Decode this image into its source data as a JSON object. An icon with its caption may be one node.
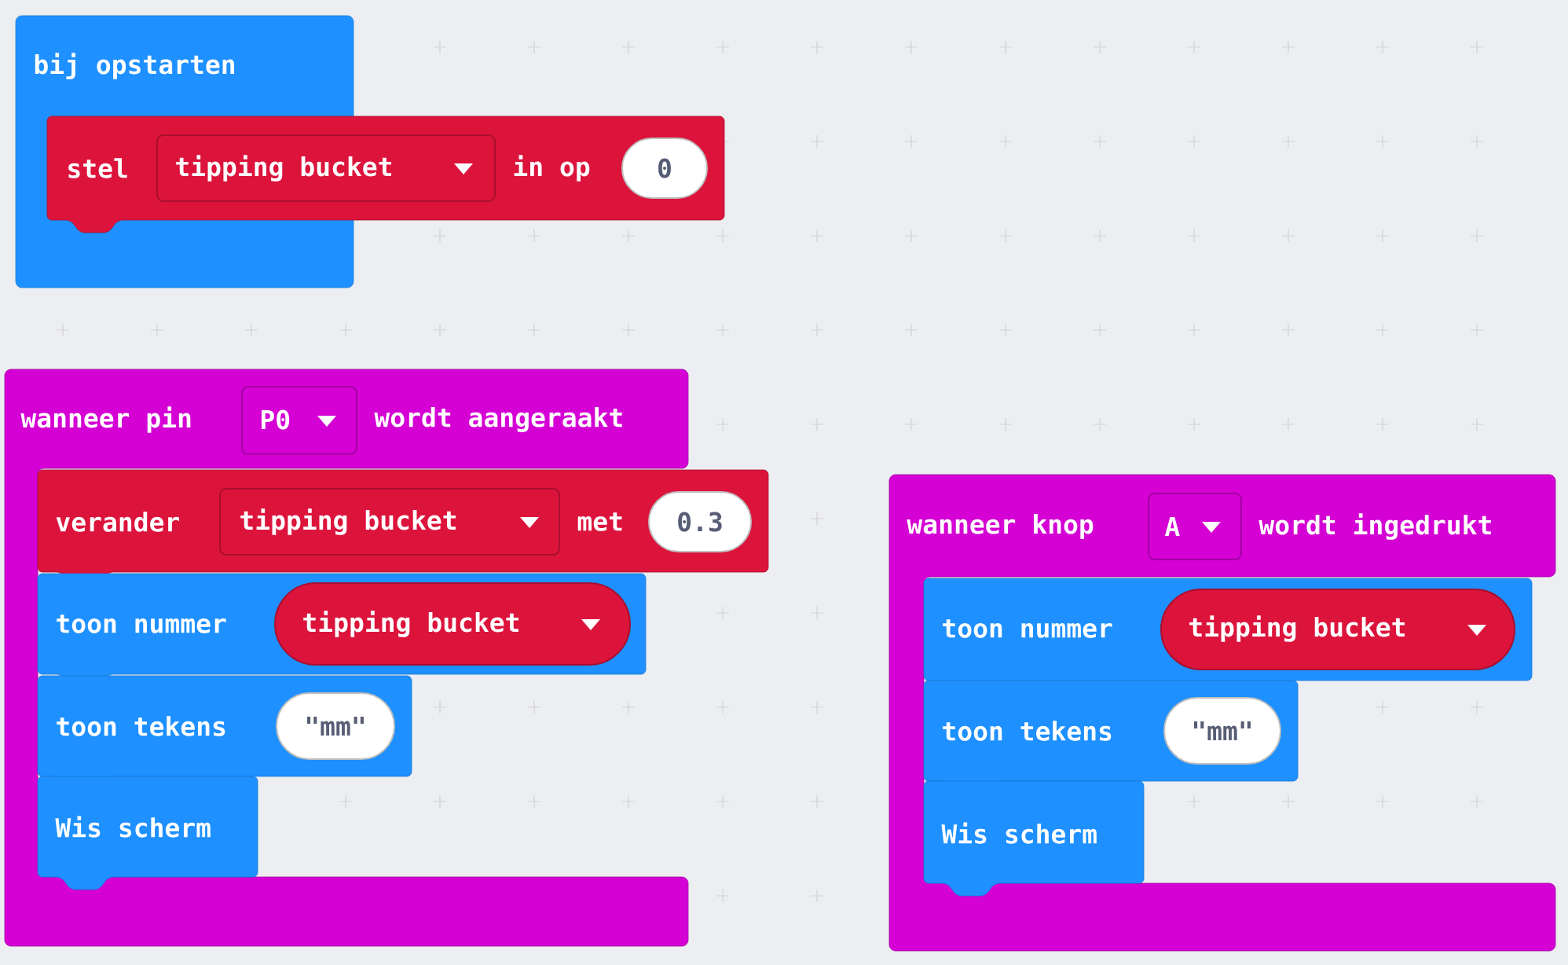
{
  "diagram": {
    "nodes": [
      {
        "text": [
          "bij opstarten"
        ]
      },
      {
        "text": [
          "stel",
          "in op"
        ]
      },
      {
        "text": [
          "tipping bucket"
        ],
        "in": 1
      },
      {
        "text": [
          "0"
        ],
        "in": 1
      },
      {
        "text": [
          "wanneer pin",
          "wordt aangeraakt"
        ]
      },
      {
        "text": [
          "P0"
        ],
        "in": 4
      },
      {
        "text": [
          "verander",
          "met"
        ],
        "in": 4
      },
      {
        "text": [
          "tipping bucket"
        ],
        "in": 6
      },
      {
        "text": [
          "0.3"
        ],
        "in": 6
      },
      {
        "text": [
          "toon nummer"
        ],
        "in": 4
      },
      {
        "text": [
          "tipping bucket"
        ],
        "in": 9
      },
      {
        "text": [
          "toon tekens"
        ],
        "in": 4
      },
      {
        "text": [
          "\"mm\""
        ],
        "in": 11
      },
      {
        "text": [
          "Wis scherm"
        ],
        "in": 4
      },
      {
        "text": [
          "wanneer knop",
          "wordt ingedrukt"
        ]
      },
      {
        "text": [
          "A"
        ],
        "in": 14
      },
      {
        "text": [
          "toon nummer"
        ],
        "in": 14
      },
      {
        "text": [
          "tipping bucket"
        ],
        "in": 16
      },
      {
        "text": [
          "toon tekens"
        ],
        "in": 14
      },
      {
        "text": [
          "\"mm\""
        ],
        "in": 18
      },
      {
        "text": [
          "Wis scherm"
        ],
        "in": 14
      }
    ]
  }
}
